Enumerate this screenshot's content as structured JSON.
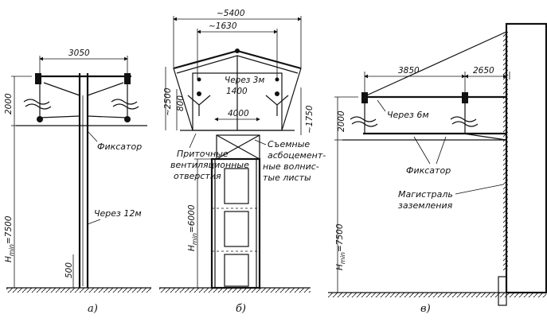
{
  "panel_a": {
    "span": "3050",
    "height_top": "2000",
    "height_min": "H",
    "height_min_sub": "min",
    "height_min_val": "=7500",
    "fixator": "Фиксатор",
    "spacing": "Через 12м",
    "base": "500",
    "caption": "а)"
  },
  "panel_b": {
    "width_total": "~5400",
    "width_inner": "~1630",
    "height_right": "~2500",
    "h800": "800",
    "h1400": "1400",
    "spacing": "Через 3м",
    "w4000": "4000",
    "h1750": "~1750",
    "height_min": "H",
    "height_min_sub": "min",
    "height_min_val": "=6000",
    "vent_label": [
      "Приточные",
      "вентиляционные",
      "отверстия"
    ],
    "sheets_label": [
      "Съемные",
      "асбоцемент-",
      "ные волнис-",
      "тые листы"
    ],
    "caption": "б)"
  },
  "panel_c": {
    "span1": "3850",
    "span2": "2650",
    "height_top": "2000",
    "spacing": "Через 6м",
    "fixator": "Фиксатор",
    "height_min": "H",
    "height_min_sub": "min",
    "height_min_val": "=7500",
    "ground_label": [
      "Магистраль",
      "заземления"
    ],
    "caption": "в)"
  }
}
